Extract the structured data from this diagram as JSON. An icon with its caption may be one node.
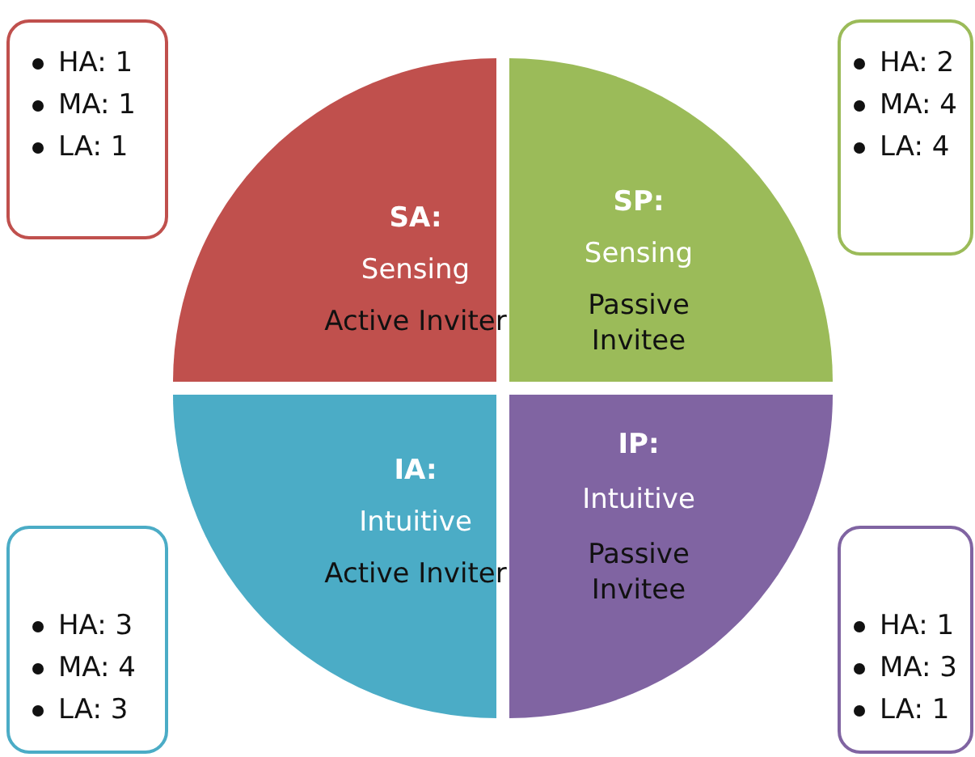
{
  "diagram": {
    "nodes": [
      {
        "text": [
          "HA: 1",
          "MA: 1",
          "LA: 1"
        ]
      },
      {
        "text": [
          "HA: 2",
          "MA: 4",
          "LA: 4"
        ]
      },
      {
        "text": [
          "SA:",
          "Sensing",
          "Active Inviter"
        ]
      },
      {
        "text": [
          "SP:",
          "Sensing",
          "Passive Invitee"
        ]
      },
      {
        "text": [
          "IA:",
          "Intuitive",
          "Active Inviter"
        ]
      },
      {
        "text": [
          "IP:",
          "Intuitive",
          "Passive Invitee"
        ]
      },
      {
        "text": [
          "HA: 3",
          "MA: 4",
          "LA: 3"
        ]
      },
      {
        "text": [
          "HA: 1",
          "MA: 3",
          "LA: 1"
        ]
      }
    ],
    "edges": []
  }
}
